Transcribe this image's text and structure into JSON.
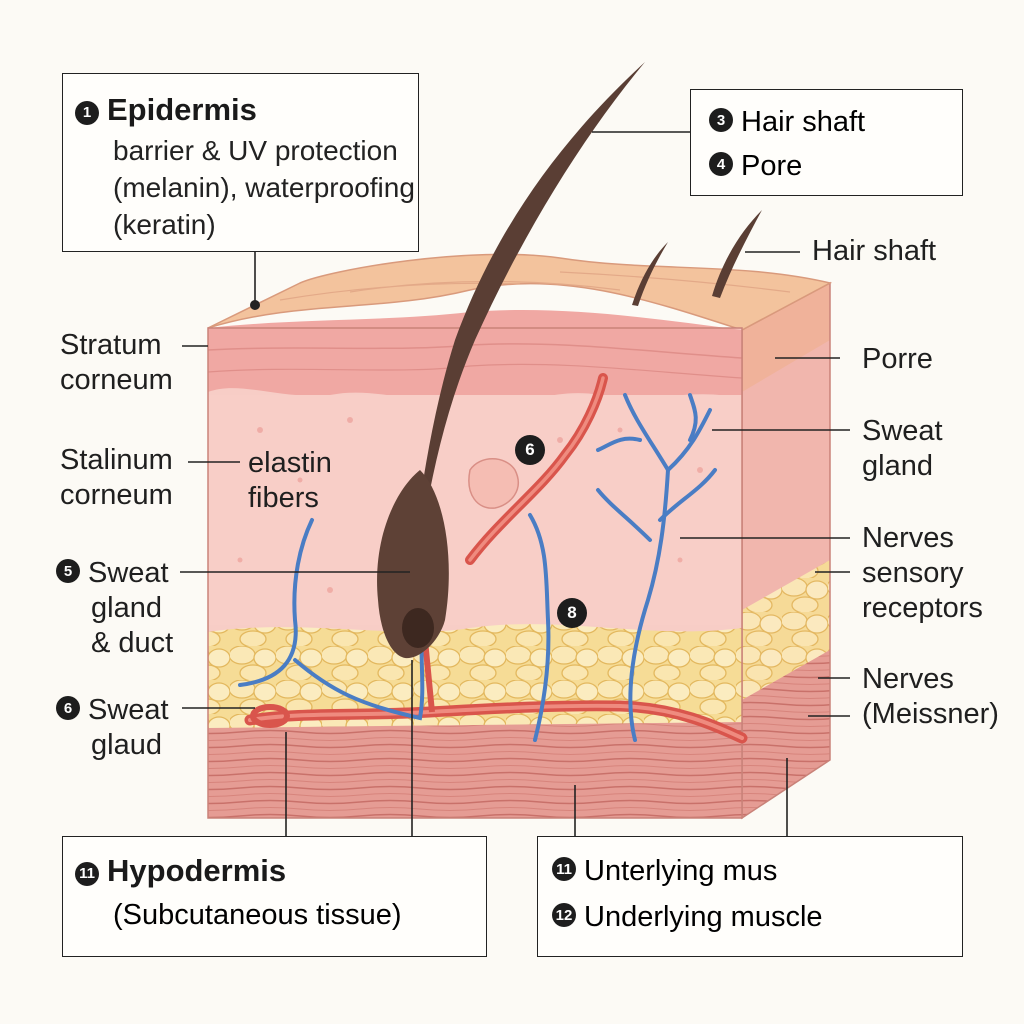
{
  "boxes": {
    "epidermis": {
      "number": "1",
      "title": "Epidermis",
      "lines": [
        "barrier & UV protection",
        "(melanin), waterproofing",
        "(keratin)"
      ]
    },
    "hair": {
      "items": [
        {
          "number": "3",
          "label": "Hair shaft"
        },
        {
          "number": "4",
          "label": "Pore"
        }
      ]
    },
    "hypodermis": {
      "number": "11",
      "title": "Hypodermis",
      "subtitle": "(Subcutaneous tissue)"
    },
    "muscle": {
      "items": [
        {
          "number": "11",
          "label": "Unterlying mus"
        },
        {
          "number": "12",
          "label": "Underlying muscle"
        }
      ]
    }
  },
  "left_labels": {
    "stratum": [
      "Stratum",
      "corneum"
    ],
    "stalinum": [
      "Stalinum",
      "corneum"
    ],
    "sweat_gland_duct": {
      "number": "5",
      "lines": [
        "Sweat",
        "gland",
        "& duct"
      ]
    },
    "sweat_glaud": {
      "number": "6",
      "lines": [
        "Sweat",
        "glaud"
      ]
    }
  },
  "inner_labels": {
    "elastin": [
      "elastin",
      "fibers"
    ],
    "marker_6": "6",
    "marker_8": "8"
  },
  "right_labels": {
    "hair_shaft": "Hair shaft",
    "porre": "Porre",
    "sweat_gland": [
      "Sweat",
      "gland"
    ],
    "nerves_sensory": [
      "Nerves",
      "sensory",
      "receptors"
    ],
    "nerves_meissner": [
      "Nerves",
      "(Meissner)"
    ]
  },
  "colors": {
    "background": "#fcfaf5",
    "epidermis_top": "#f2c4a3",
    "dermis": "#f7c8c2",
    "fat": "#f6dc96",
    "muscle": "#e3968f",
    "hair": "#5a3e34",
    "artery": "#d9554c",
    "nerve": "#4a7dc4"
  }
}
